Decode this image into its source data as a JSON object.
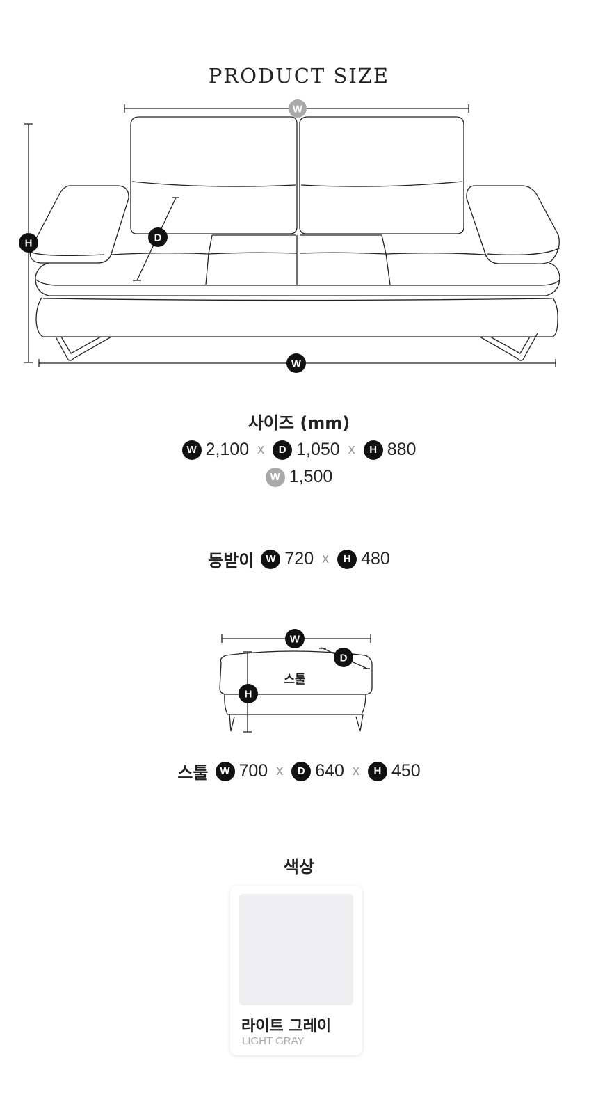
{
  "title": "PRODUCT SIZE",
  "diagram": {
    "badge_w": "W",
    "badge_d": "D",
    "badge_h": "H",
    "stool_label": "스툴"
  },
  "size": {
    "label": "사이즈 (mm)",
    "w": "2,100",
    "d": "1,050",
    "h": "880",
    "seat_w": "1,500",
    "sep": "x"
  },
  "backrest": {
    "label": "등받이",
    "w": "720",
    "h": "480"
  },
  "stool": {
    "label": "스툴",
    "w": "700",
    "d": "640",
    "h": "450"
  },
  "color_section": {
    "heading": "색상",
    "name": "라이트 그레이",
    "name_en": "LIGHT GRAY",
    "swatch": "#efeff1"
  },
  "colors": {
    "badge_dark": "#111111",
    "badge_gray": "#a9a9a9"
  }
}
